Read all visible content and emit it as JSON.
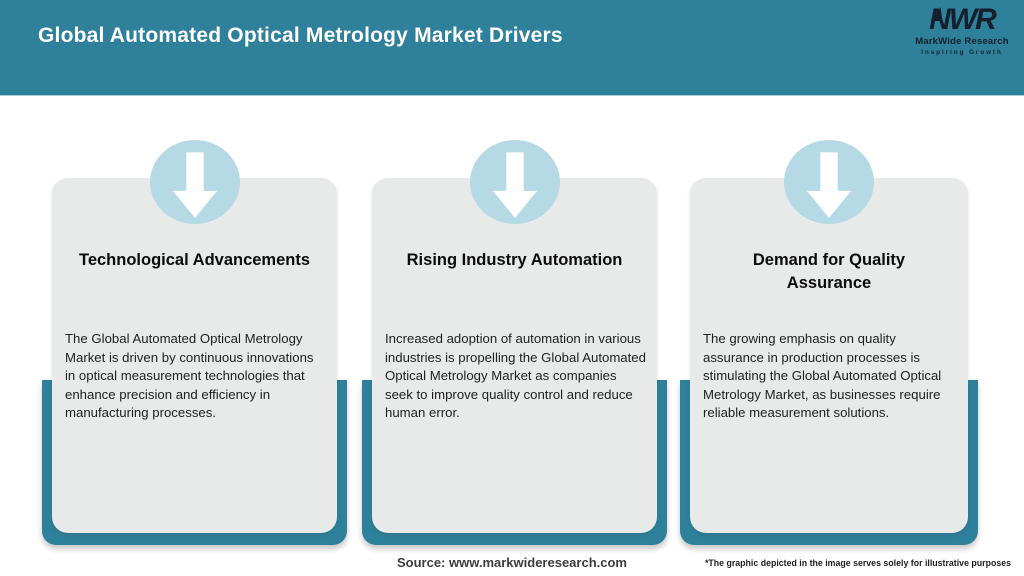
{
  "header": {
    "title": "Global Automated Optical Metrology Market Drivers",
    "logo": {
      "acronym": "NWR",
      "name": "MarkWide Research",
      "tagline": "Inspiring Growth"
    }
  },
  "cards": [
    {
      "icon": "down-arrow-icon",
      "title": "Technological Advancements",
      "description": "The Global Automated Optical Metrology Market is driven by continuous innovations in optical measurement technologies that enhance precision and efficiency in manufacturing processes."
    },
    {
      "icon": "down-arrow-icon",
      "title": "Rising Industry Automation",
      "description": "Increased adoption of automation in various industries is propelling the Global Automated Optical Metrology Market as companies seek to improve quality control and reduce human error."
    },
    {
      "icon": "down-arrow-icon",
      "title": "Demand for Quality Assurance",
      "description": "The growing emphasis on quality assurance in production processes is stimulating the Global Automated Optical Metrology Market, as businesses require reliable measurement solutions."
    }
  ],
  "footer": {
    "source": "Source: www.markwideresearch.com",
    "disclaimer": "*The graphic depicted in the image serves solely for illustrative purposes"
  },
  "colors": {
    "teal": "#2f819b",
    "card_background": "#e8eaea",
    "badge_blue": "#b5d9e5",
    "logo_navy": "#15202c",
    "title_white": "#ffffff"
  }
}
